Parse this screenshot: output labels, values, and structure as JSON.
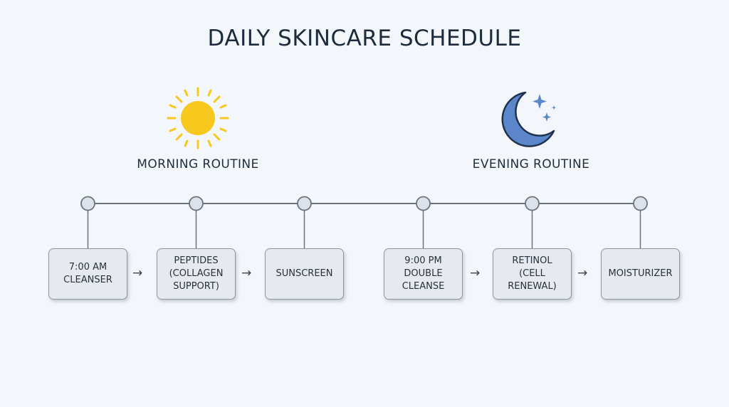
{
  "title": "DAILY SKINCARE SCHEDULE",
  "morning": {
    "label": "MORNING ROUTINE",
    "icon": "sun-icon",
    "steps": [
      "7:00 AM\nCLEANSER",
      "PEPTIDES\n(COLLAGEN\nSUPPORT)",
      "SUNSCREEN"
    ]
  },
  "evening": {
    "label": "EVENING ROUTINE",
    "icon": "moon-icon",
    "steps": [
      "9:00 PM\nDOUBLE\nCLEANSE",
      "RETINOL\n(CELL\nRENEWAL)",
      "MOISTURIZER"
    ]
  },
  "arrow_glyph": "→",
  "colors": {
    "sun": "#f7c81e",
    "moon": "#5b86c9",
    "moon_outline": "#1f3350",
    "timeline": "#6b747e",
    "node_fill": "#dce2e9",
    "box_fill": "#e6e9ed"
  }
}
